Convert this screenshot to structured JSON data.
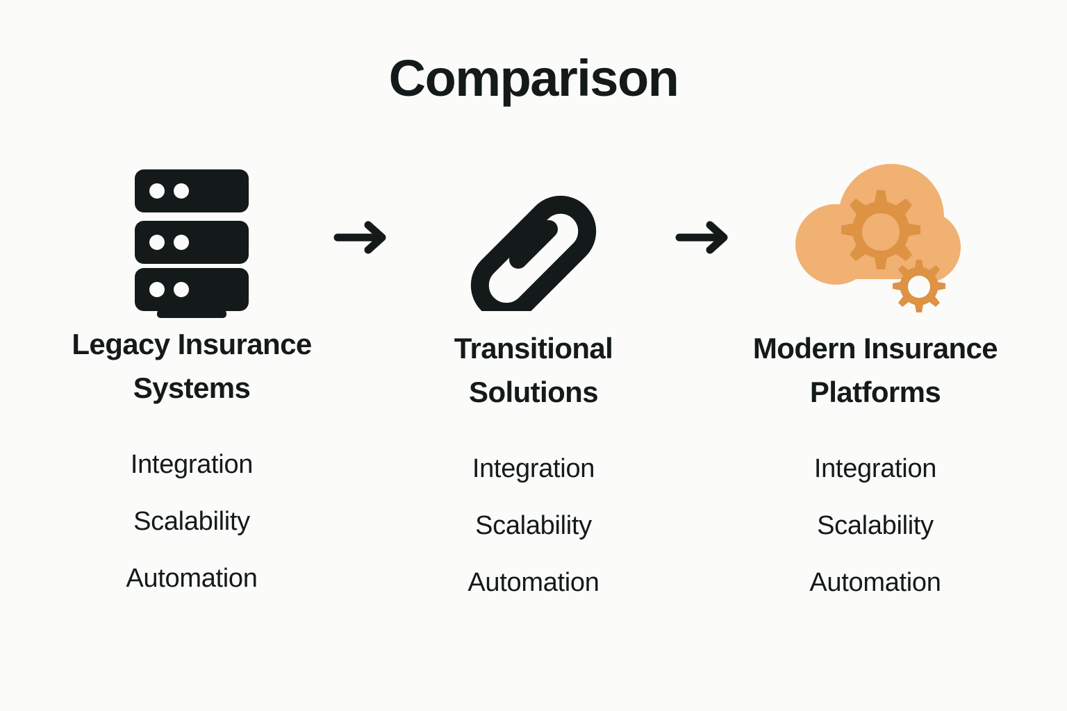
{
  "page": {
    "title": "Comparison",
    "background_color": "#fbfbfa",
    "text_color": "#14191a"
  },
  "colors": {
    "ink": "#14191a",
    "cloud": "#f0b173",
    "gear": "#dd9244",
    "background": "#fbfbfa"
  },
  "arrows": [
    {
      "name": "arrow-1",
      "glyph": "arrow-right-icon"
    },
    {
      "name": "arrow-2",
      "glyph": "arrow-right-icon"
    }
  ],
  "columns": [
    {
      "id": "legacy",
      "icon": "server-stack-icon",
      "title": "Legacy Insurance Systems",
      "features": [
        "Integration",
        "Scalability",
        "Automation"
      ]
    },
    {
      "id": "transitional",
      "icon": "chain-link-icon",
      "title": "Transitional Solutions",
      "features": [
        "Integration",
        "Scalability",
        "Automation"
      ]
    },
    {
      "id": "modern",
      "icon": "cloud-gears-icon",
      "title": "Modern Insurance Platforms",
      "features": [
        "Integration",
        "Scalability",
        "Automation"
      ]
    }
  ]
}
